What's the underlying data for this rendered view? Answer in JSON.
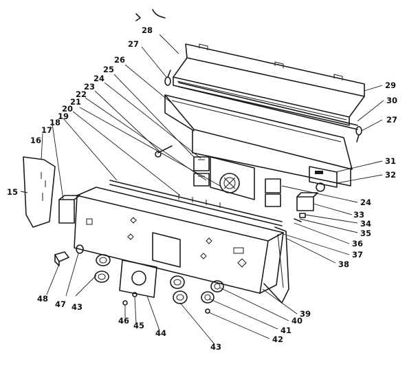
{
  "diagram": {
    "callouts": [
      {
        "id": "c28",
        "label": "28"
      },
      {
        "id": "c27a",
        "label": "27"
      },
      {
        "id": "c26",
        "label": "26"
      },
      {
        "id": "c25",
        "label": "25"
      },
      {
        "id": "c24a",
        "label": "24"
      },
      {
        "id": "c23",
        "label": "23"
      },
      {
        "id": "c22",
        "label": "22"
      },
      {
        "id": "c21",
        "label": "21"
      },
      {
        "id": "c20",
        "label": "20"
      },
      {
        "id": "c19",
        "label": "19"
      },
      {
        "id": "c18",
        "label": "18"
      },
      {
        "id": "c17",
        "label": "17"
      },
      {
        "id": "c16",
        "label": "16"
      },
      {
        "id": "c15",
        "label": "15"
      },
      {
        "id": "c29",
        "label": "29"
      },
      {
        "id": "c30",
        "label": "30"
      },
      {
        "id": "c27b",
        "label": "27"
      },
      {
        "id": "c31",
        "label": "31"
      },
      {
        "id": "c32",
        "label": "32"
      },
      {
        "id": "c24b",
        "label": "24"
      },
      {
        "id": "c33",
        "label": "33"
      },
      {
        "id": "c34",
        "label": "34"
      },
      {
        "id": "c35",
        "label": "35"
      },
      {
        "id": "c36",
        "label": "36"
      },
      {
        "id": "c37",
        "label": "37"
      },
      {
        "id": "c38",
        "label": "38"
      },
      {
        "id": "c39",
        "label": "39"
      },
      {
        "id": "c40",
        "label": "40"
      },
      {
        "id": "c41",
        "label": "41"
      },
      {
        "id": "c42",
        "label": "42"
      },
      {
        "id": "c43a",
        "label": "43"
      },
      {
        "id": "c43b",
        "label": "43"
      },
      {
        "id": "c44",
        "label": "44"
      },
      {
        "id": "c45",
        "label": "45"
      },
      {
        "id": "c46",
        "label": "46"
      },
      {
        "id": "c47",
        "label": "47"
      },
      {
        "id": "c48",
        "label": "48"
      }
    ]
  }
}
